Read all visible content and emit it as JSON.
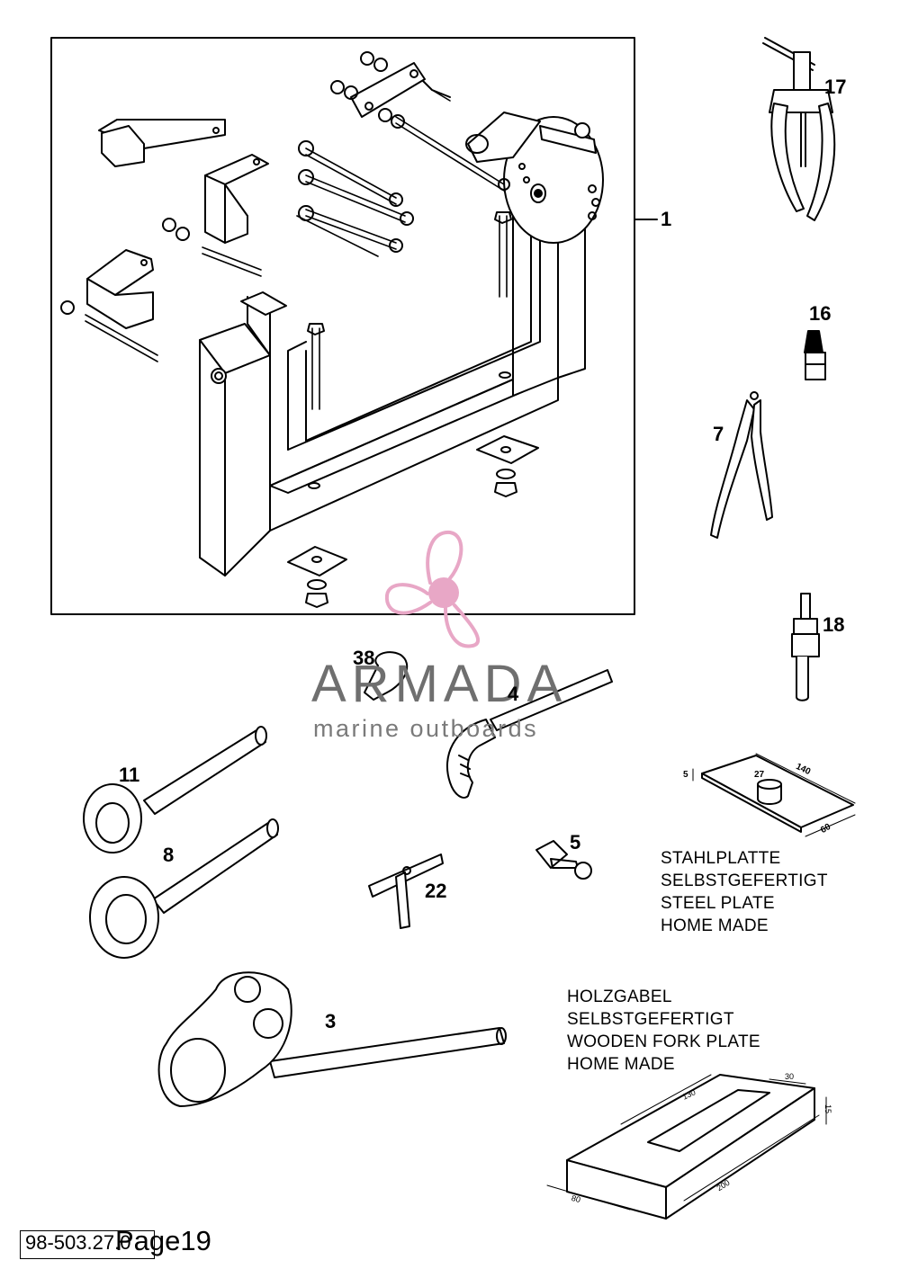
{
  "labels": {
    "p1": "1",
    "p17": "17",
    "p16": "16",
    "p7": "7",
    "p18": "18",
    "p38": "38",
    "p4": "4",
    "p11": "11",
    "p8": "8",
    "p5": "5",
    "p22": "22",
    "p3": "3"
  },
  "steel_plate_note": [
    "STAHLPLATTE",
    "SELBSTGEFERTIGT",
    "STEEL PLATE",
    "HOME MADE"
  ],
  "wood_fork_note": [
    "HOLZGABEL",
    "SELBSTGEFERTIGT",
    "WOODEN FORK PLATE",
    "HOME MADE"
  ],
  "steel_plate_dims": {
    "thickness": "5",
    "hole": "27",
    "length": "140",
    "width": "60"
  },
  "wood_fork_dims": {
    "slot": "130",
    "gap": "30",
    "height": "15",
    "length": "200",
    "width": "80"
  },
  "watermark": {
    "brand": "ARMADA",
    "tagline": "marine outboards",
    "color": "#e8a7c6"
  },
  "footer": {
    "code": "98-503.27.0",
    "page": "Page19"
  }
}
